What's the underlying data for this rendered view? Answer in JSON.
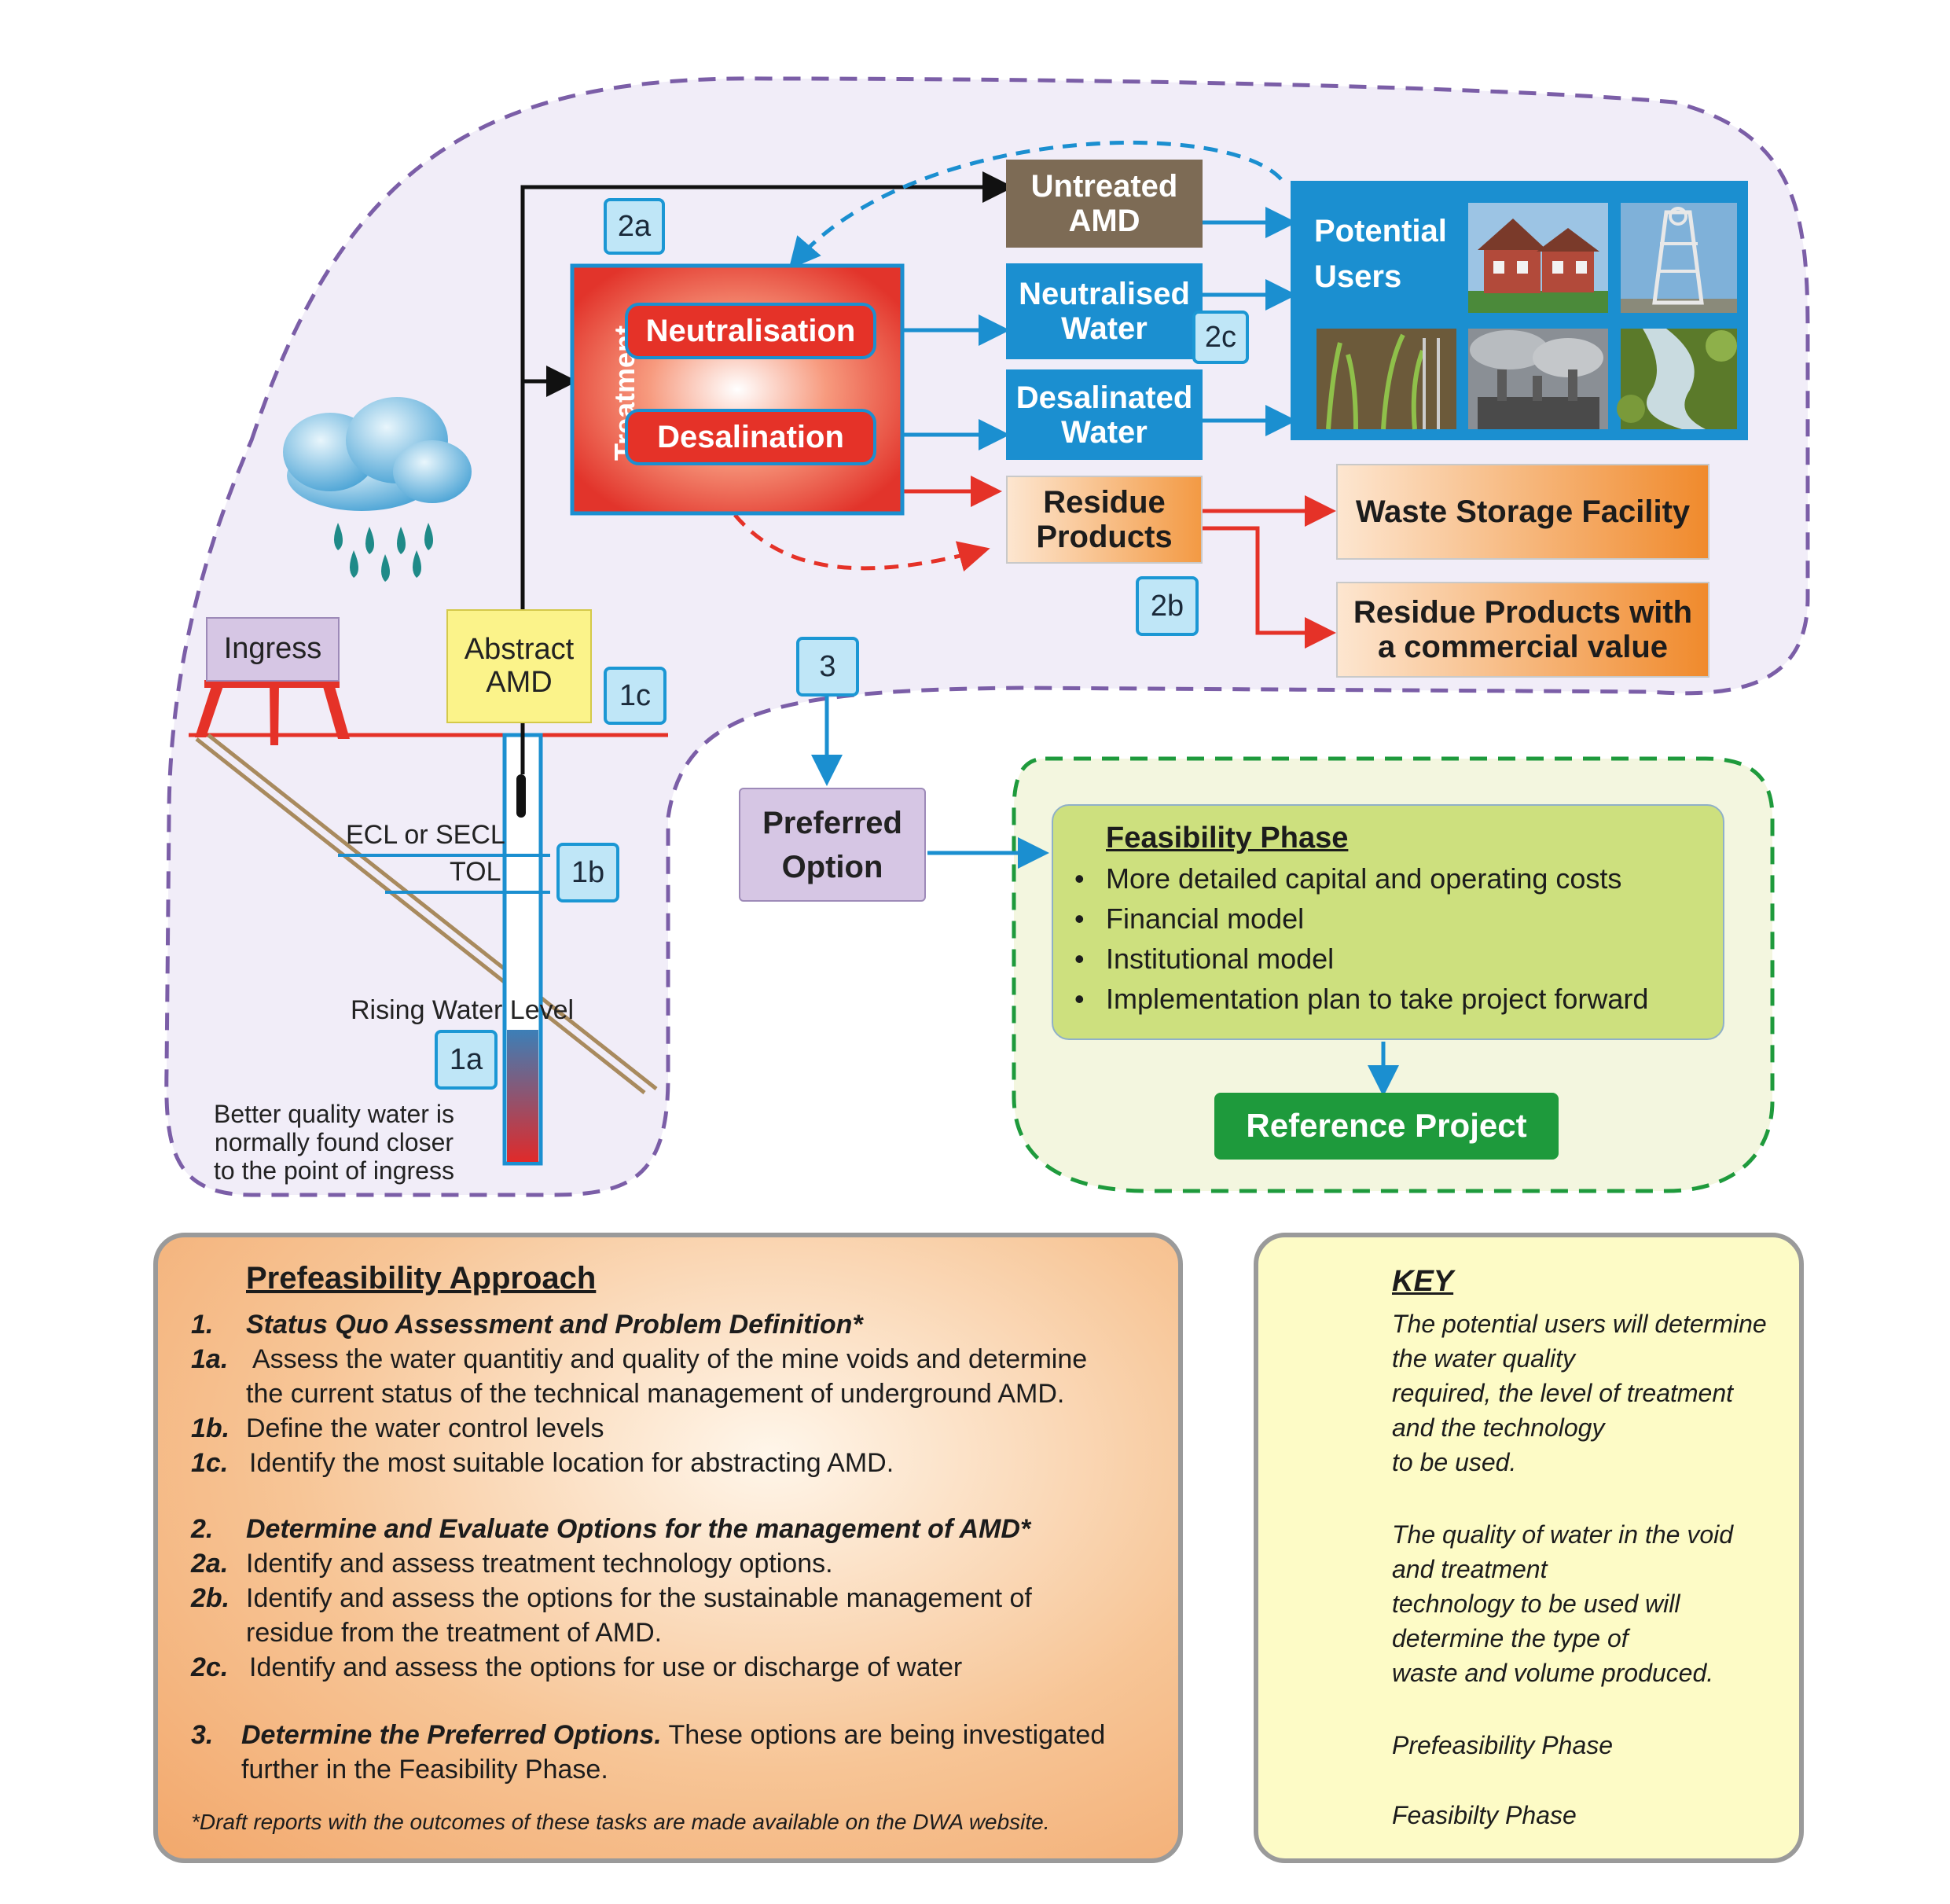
{
  "diagram": {
    "ingress": "Ingress",
    "abstract_amd": [
      "Abstract",
      "AMD"
    ],
    "ecl_label": "ECL or SECL",
    "tol_label": "TOL",
    "rising_water": "Rising Water Level",
    "better_quality": [
      "Better quality water is",
      "normally found closer",
      "to the point of ingress"
    ],
    "treatment_label": "Treatment",
    "neutralisation": "Neutralisation",
    "desalination": "Desalination",
    "untreated_amd": [
      "Untreated",
      "AMD"
    ],
    "neutralised_water": [
      "Neutralised",
      "Water"
    ],
    "desalinated_water": [
      "Desalinated",
      "Water"
    ],
    "residue_products": [
      "Residue",
      "Products"
    ],
    "potential_users": [
      "Potential",
      "Users"
    ],
    "waste_storage": "Waste Storage Facility",
    "residue_commercial": [
      "Residue Products with",
      "a commercial value"
    ],
    "preferred_option": [
      "Preferred",
      "Option"
    ],
    "feasibility_title": "Feasibility Phase",
    "feasibility_items": [
      "More detailed capital and operating costs",
      "Financial model",
      "Institutional model",
      "Implementation plan to take project forward"
    ],
    "reference_project": "Reference Project",
    "tags": {
      "t1a": "1a",
      "t1b": "1b",
      "t1c": "1c",
      "t2a": "2a",
      "t2b": "2b",
      "t2c": "2c",
      "t3": "3"
    }
  },
  "prefeasibility": {
    "title": "Prefeasibility Approach",
    "items": [
      {
        "num": "1.",
        "text": "Status Quo Assessment and Problem Definition*",
        "bold": true
      },
      {
        "num": "1a.",
        "text": "Assess the water quantitiy and quality of the mine voids and determine"
      },
      {
        "num": "",
        "text": "the current status of the technical management of underground AMD."
      },
      {
        "num": "1b.",
        "text": "Define the water control levels"
      },
      {
        "num": "1c.",
        "text": "Identify the most suitable location for abstracting AMD."
      },
      {
        "num": "2.",
        "text": "Determine and Evaluate Options for the management of AMD*",
        "bold": true
      },
      {
        "num": "2a.",
        "text": "Identify and assess treatment technology options."
      },
      {
        "num": "2b.",
        "text": "Identify and assess the options for the sustainable management of"
      },
      {
        "num": "",
        "text": "residue from the treatment of AMD."
      },
      {
        "num": "2c.",
        "text": "Identify and assess the options for use or discharge of water"
      }
    ],
    "item3_num": "3.",
    "item3_bold": "Determine the Preferred Options.",
    "item3_rest": " These options are being investigated",
    "item3_line2": "further in the Feasibility Phase.",
    "footnote": "*Draft reports with the outcomes of these tasks are made available on the DWA website."
  },
  "key": {
    "title": "KEY",
    "blue": [
      "The potential users will determine",
      "the water quality",
      "required, the level of treatment",
      "and the technology",
      "to be used."
    ],
    "red": [
      "The quality of water in the void",
      "and treatment",
      "technology to be used will",
      "determine the type of",
      "waste and volume produced."
    ],
    "purple": "Prefeasibility Phase",
    "green": "Feasibilty Phase"
  },
  "colors": {
    "blue": "#1b8fd0",
    "red": "#e53228",
    "purple": "#7b5ea7",
    "green": "#1e9a3c",
    "brown": "#7d6b55"
  }
}
